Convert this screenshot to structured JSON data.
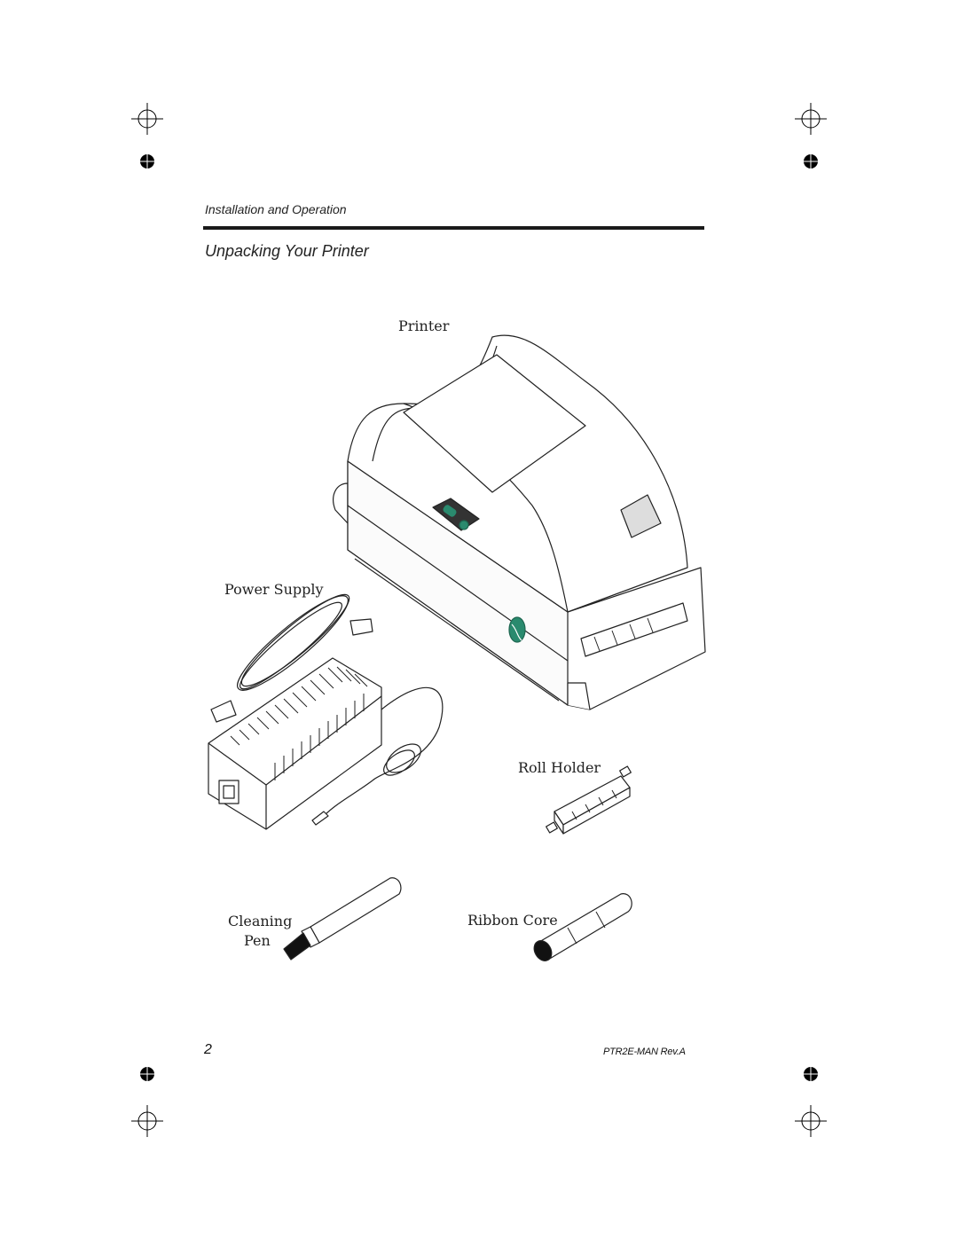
{
  "header": {
    "section_label": "Installation and Operation",
    "title": "Unpacking Your Printer"
  },
  "figure": {
    "captions": {
      "printer": "Printer",
      "power_supply": "Power Supply",
      "roll_holder": "Roll Holder",
      "cleaning_pen_line1": "Cleaning",
      "cleaning_pen_line2": "Pen",
      "ribbon_core": "Ribbon Core"
    },
    "accent_color": "#2a8a6e"
  },
  "footer": {
    "page_number": "2",
    "doc_code": "PTR2E-MAN Rev.A"
  }
}
